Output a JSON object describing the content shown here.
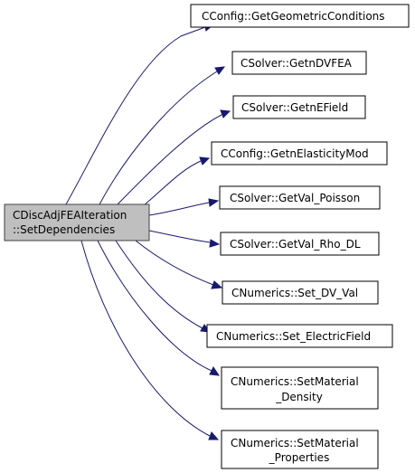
{
  "graph": {
    "title": "",
    "source": {
      "id": "src",
      "lines": [
        "CDiscAdjFEAIteration",
        "::SetDependencies"
      ]
    },
    "targets": [
      {
        "id": "t0",
        "lines": [
          "CConfig::GetGeometricConditions"
        ]
      },
      {
        "id": "t1",
        "lines": [
          "CSolver::GetnDVFEA"
        ]
      },
      {
        "id": "t2",
        "lines": [
          "CSolver::GetnEField"
        ]
      },
      {
        "id": "t3",
        "lines": [
          "CConfig::GetnElasticityMod"
        ]
      },
      {
        "id": "t4",
        "lines": [
          "CSolver::GetVal_Poisson"
        ]
      },
      {
        "id": "t5",
        "lines": [
          "CSolver::GetVal_Rho_DL"
        ]
      },
      {
        "id": "t6",
        "lines": [
          "CNumerics::Set_DV_Val"
        ]
      },
      {
        "id": "t7",
        "lines": [
          "CNumerics::Set_ElectricField"
        ]
      },
      {
        "id": "t8",
        "lines": [
          "CNumerics::SetMaterial",
          "_Density"
        ]
      },
      {
        "id": "t9",
        "lines": [
          "CNumerics::SetMaterial",
          "_Properties"
        ]
      }
    ],
    "colors": {
      "edge": "#191970",
      "source_fill": "#bfbfbf",
      "node_fill": "#ffffff"
    }
  }
}
